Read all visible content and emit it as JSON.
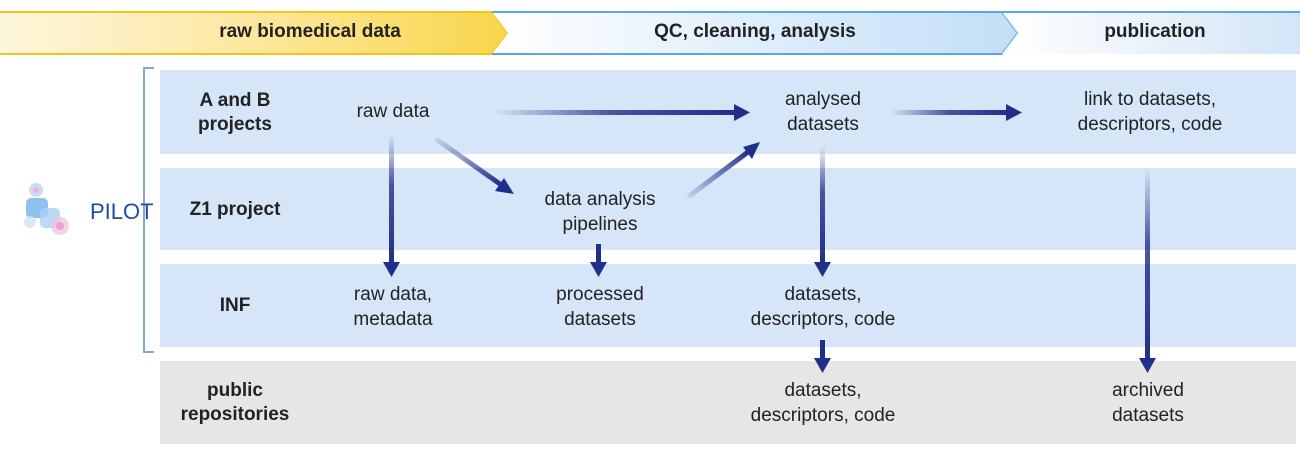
{
  "stages": [
    {
      "label": "raw biomedical data"
    },
    {
      "label": "QC, cleaning, analysis"
    },
    {
      "label": "publication"
    }
  ],
  "group": {
    "label": "PILOT"
  },
  "rows": [
    {
      "label_lines": [
        "A and B",
        "projects"
      ]
    },
    {
      "label_lines": [
        "Z1 project"
      ]
    },
    {
      "label_lines": [
        "INF"
      ]
    },
    {
      "label_lines": [
        "public",
        "repositories"
      ]
    }
  ],
  "nodes": {
    "raw_data": [
      "raw data"
    ],
    "analysed_datasets": [
      "analysed",
      "datasets"
    ],
    "link_to_datasets": [
      "link to datasets,",
      "descriptors, code"
    ],
    "data_analysis_pipelines": [
      "data analysis",
      "pipelines"
    ],
    "raw_data_metadata": [
      "raw data,",
      "metadata"
    ],
    "processed_datasets": [
      "processed",
      "datasets"
    ],
    "inf_datasets": [
      "datasets,",
      "descriptors, code"
    ],
    "public_datasets": [
      "datasets,",
      "descriptors, code"
    ],
    "archived_datasets": [
      "archived",
      "datasets"
    ]
  },
  "colors": {
    "stage_yellow": "#f5c518",
    "stage_blue": "#5aa6e6",
    "band_blue": "#d6e6f8",
    "band_grey": "#e6e6e6",
    "arrow": "#1f2f8a",
    "pilot_text": "#1e4aa8"
  }
}
